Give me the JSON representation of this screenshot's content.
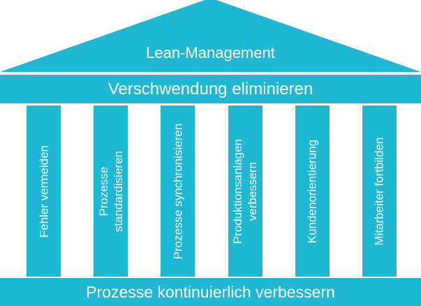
{
  "colors": {
    "primary": "#1EB8D4",
    "text_on_primary": "#FFFFFF",
    "background": "#FFFFFF"
  },
  "roof": {
    "label": "Lean-Management"
  },
  "top_beam": {
    "label": "Verschwendung eliminieren"
  },
  "pillars": [
    {
      "label": "Fehler vermeiden",
      "lines": [
        "Fehler vermeiden"
      ]
    },
    {
      "label": "Prozesse standardisieren",
      "lines": [
        "Prozesse",
        "standardisieren"
      ]
    },
    {
      "label": "Prozesse synchronisieren",
      "lines": [
        "Prozesse synchronisieren"
      ]
    },
    {
      "label": "Produktionsanlagen verbessern",
      "lines": [
        "Produktionsanlagen",
        "verbessern"
      ]
    },
    {
      "label": "Kundenorientierung",
      "lines": [
        "Kundenorientierung"
      ]
    },
    {
      "label": "Mitarbeiter fortbilden",
      "lines": [
        "Mitarbeiter fortbilden"
      ]
    }
  ],
  "bottom_beam": {
    "label": "Prozesse kontinuierlich verbessern"
  }
}
